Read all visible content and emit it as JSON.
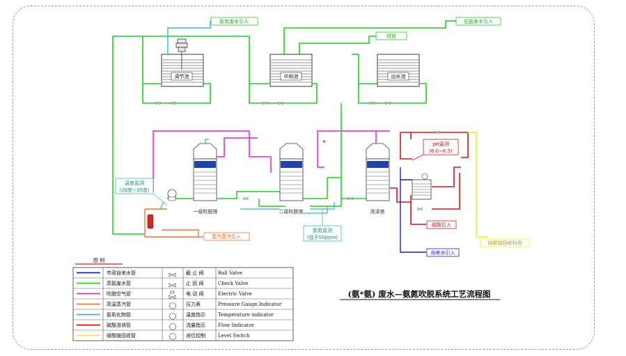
{
  "diagram": {
    "title": "(氨*氨) 废水—氨氮吹脱系统工艺流程图",
    "tanks": {
      "t1": "调节池",
      "t2": "中和池",
      "t3": "出水池"
    },
    "towers": {
      "tower1": "一级吹脱塔",
      "tower2": "二级吹脱塔",
      "tower3": "洗涤塔"
    },
    "callouts": {
      "temp": [
        "温度监测",
        "(28度~35度)"
      ],
      "ammonia": [
        "氨氮监测",
        "(低于50ppm)"
      ],
      "ph": [
        "pH监测",
        "(6.0~6.5)"
      ]
    },
    "inlets": {
      "waste_in": "氨氮废水引入",
      "drain": "排放",
      "waste_out": "低氨废水引入",
      "steam": "蒸汽蒸汽引入",
      "acid": "硫酸引入",
      "tap": "自来水引入",
      "product": "硫酸铵回收利用"
    },
    "legend": {
      "header": "图  例",
      "pipes": [
        {
          "label": "市政自来水管",
          "color": "#1a1acc"
        },
        {
          "label": "高氨废水管",
          "color": "#22cc22"
        },
        {
          "label": "吹脱空气管",
          "color": "#dd22dd"
        },
        {
          "label": "高温蒸汽管",
          "color": "#ee7733"
        },
        {
          "label": "氨氧化物管",
          "color": "#33bbbb"
        },
        {
          "label": "硫酸溶液管",
          "color": "#dd1111"
        },
        {
          "label": "硫酸铵回收管",
          "color": "#eeee22"
        }
      ],
      "symbols": [
        {
          "label": "截 止 阀",
          "en": "Ball Valve"
        },
        {
          "label": "止 回 阀",
          "en": "Check Valve"
        },
        {
          "label": "电 动 阀",
          "en": "Electric Valve"
        },
        {
          "label": "压力表",
          "en": "Pressure Gauge,Indicator"
        },
        {
          "label": "温度指示",
          "en": "Temperature indicator"
        },
        {
          "label": "流量指示",
          "en": "Flow Indicator"
        },
        {
          "label": "液位控制",
          "en": "Level Switch"
        }
      ]
    }
  }
}
